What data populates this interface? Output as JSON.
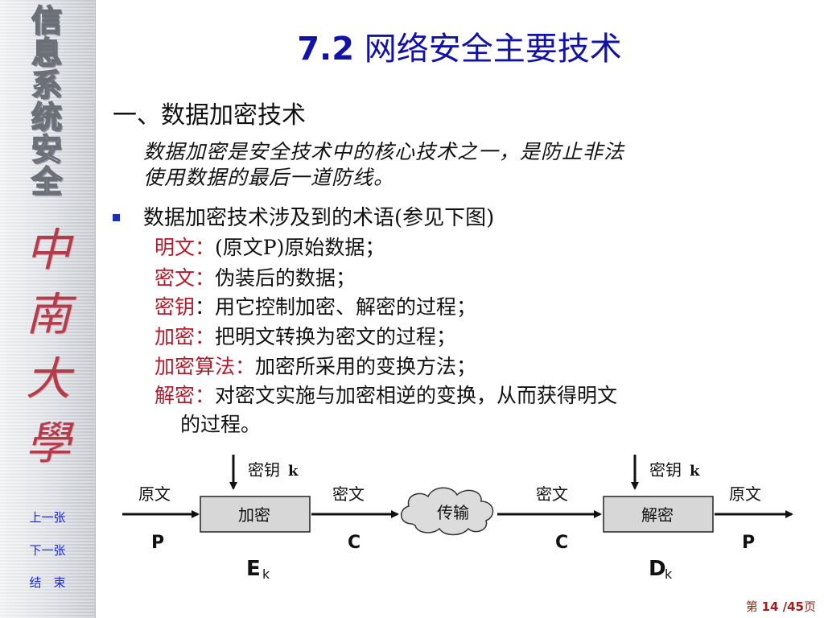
{
  "sidebar": {
    "title_chars": [
      "信",
      "息",
      "系",
      "统",
      "安",
      "全"
    ],
    "calligraphy_chars": [
      "中",
      "南",
      "大",
      "學"
    ],
    "nav": {
      "prev": "上一张",
      "next": "下一张",
      "end": "结　束"
    }
  },
  "title": {
    "number": "7.2",
    "text": " 网络安全主要技术"
  },
  "section": {
    "heading": "一、数据加密技术",
    "intro_line1": "数据加密是安全技术中的核心技术之一，是防止非法",
    "intro_line2": "使用数据的最后一道防线。",
    "bullet": "数据加密技术涉及到的术语(参见下图)",
    "terms": [
      {
        "term": "明文：",
        "def": "(原文P)原始数据；"
      },
      {
        "term": "密文：",
        "def": "伪装后的数据；"
      },
      {
        "term": "密钥",
        "def": "：用它控制加密、解密的过程；"
      },
      {
        "term": "加密：",
        "def": "把明文转换为密文的过程；"
      },
      {
        "term": "加密算法：",
        "def": "加密所采用的变换方法；"
      },
      {
        "term": "解密：",
        "def": "对密文实施与加密相逆的变换，从而获得明文"
      }
    ],
    "last_def_cont": "的过程。"
  },
  "diagram": {
    "key_label_left": "密钥",
    "key_label_right": "密钥",
    "key_symbol": "k",
    "plaintext_in_label": "原文",
    "plaintext_in_symbol": "P",
    "encrypt_box": "加密",
    "encrypt_symbol": "E",
    "ciphertext_label_1": "密文",
    "ciphertext_symbol_1": "C",
    "transmit_cloud": "传输",
    "ciphertext_label_2": "密文",
    "ciphertext_symbol_2": "C",
    "decrypt_box": "解密",
    "decrypt_symbol": "D",
    "plaintext_out_label": "原文",
    "plaintext_out_symbol": "P",
    "subscript": "k"
  },
  "footer": {
    "prefix": "第 ",
    "current": "14",
    "sep": " /",
    "total": "45",
    "suffix": "页"
  },
  "colors": {
    "title": "#1212a6",
    "term": "#b01c2c",
    "nav": "#1a2bd6",
    "calligraphy": "#ad2c3c"
  }
}
